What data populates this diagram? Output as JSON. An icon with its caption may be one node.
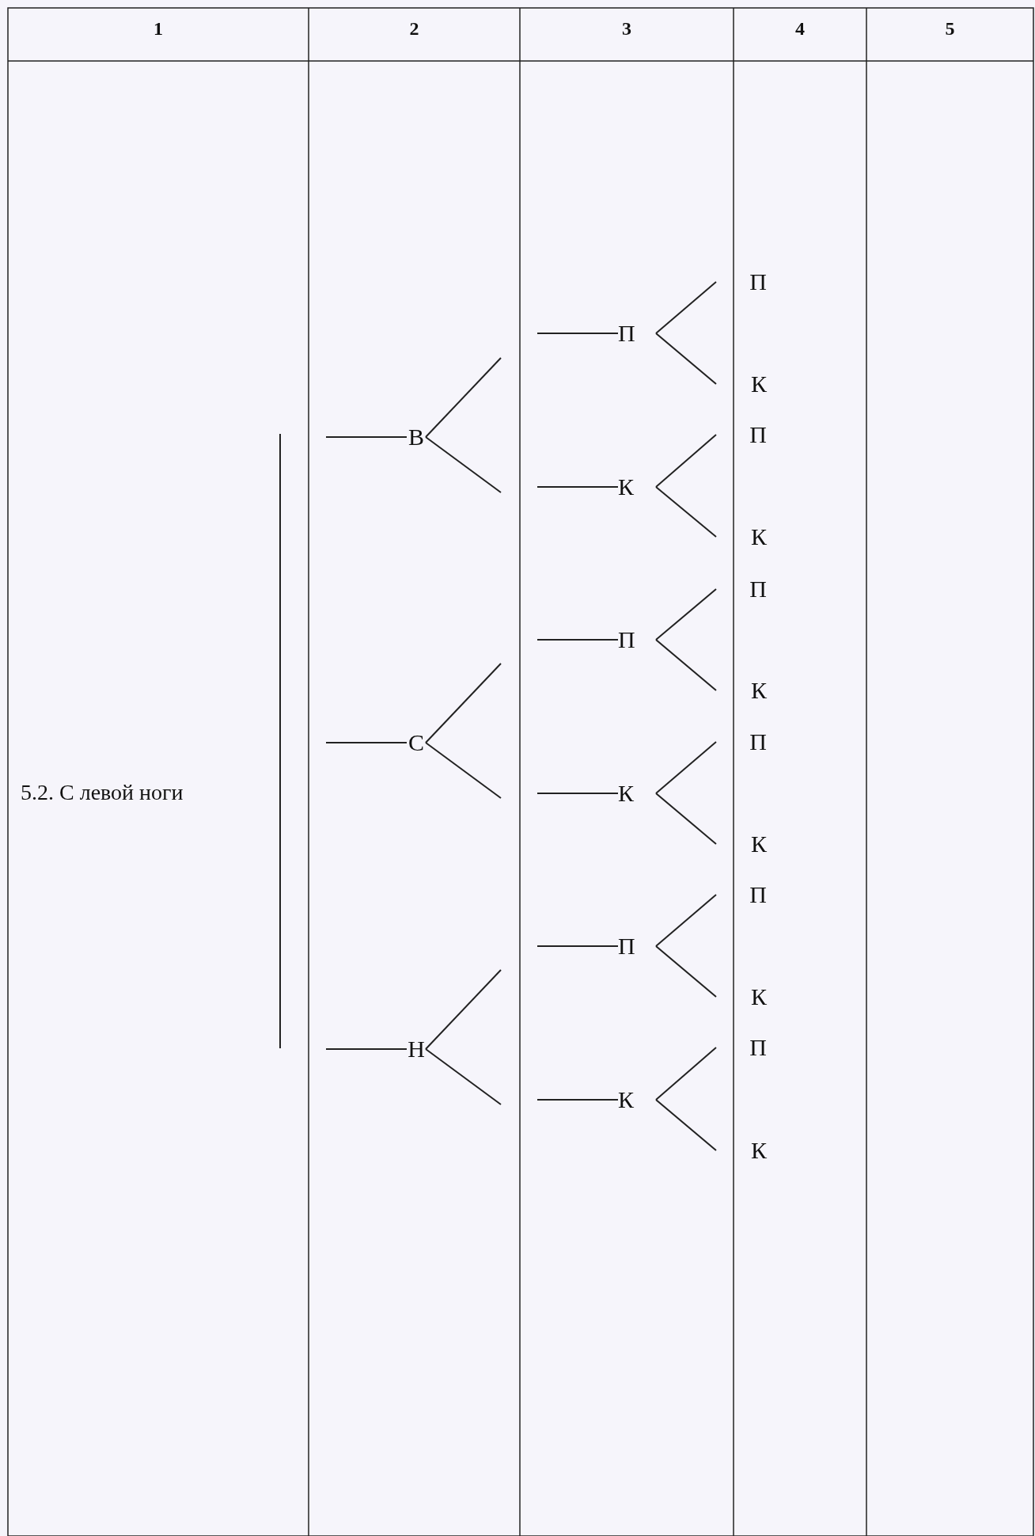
{
  "diagram": {
    "nodes": [
      {
        "text": [
          "В"
        ]
      },
      {
        "text": [
          "С"
        ]
      },
      {
        "text": [
          "Н"
        ]
      },
      {
        "text": [
          "П"
        ]
      },
      {
        "text": [
          "К"
        ]
      },
      {
        "text": [
          "П"
        ]
      },
      {
        "text": [
          "К"
        ]
      },
      {
        "text": [
          "П"
        ]
      },
      {
        "text": [
          "К"
        ]
      },
      {
        "text": [
          "П"
        ]
      },
      {
        "text": [
          "К"
        ]
      },
      {
        "text": [
          "П"
        ]
      },
      {
        "text": [
          "К"
        ]
      },
      {
        "text": [
          "П"
        ]
      },
      {
        "text": [
          "К"
        ]
      },
      {
        "text": [
          "П"
        ]
      },
      {
        "text": [
          "К"
        ]
      },
      {
        "text": [
          "П"
        ]
      },
      {
        "text": [
          "К"
        ]
      },
      {
        "text": [
          "П"
        ]
      },
      {
        "text": [
          "К"
        ]
      }
    ],
    "edges": [
      {
        "from": null,
        "to": 0,
        "arrow": "none"
      },
      {
        "from": null,
        "to": 1,
        "arrow": "none"
      },
      {
        "from": null,
        "to": 2,
        "arrow": "none"
      },
      {
        "from": 0,
        "to": null,
        "arrow": "none"
      },
      {
        "from": 0,
        "to": null,
        "arrow": "none"
      },
      {
        "from": 1,
        "to": null,
        "arrow": "none"
      },
      {
        "from": 1,
        "to": null,
        "arrow": "none"
      },
      {
        "from": 2,
        "to": null,
        "arrow": "none"
      },
      {
        "from": 2,
        "to": null,
        "arrow": "none"
      },
      {
        "from": null,
        "to": 3,
        "arrow": "none"
      },
      {
        "from": null,
        "to": 4,
        "arrow": "none"
      },
      {
        "from": null,
        "to": 5,
        "arrow": "none"
      },
      {
        "from": null,
        "to": 6,
        "arrow": "none"
      },
      {
        "from": null,
        "to": 7,
        "arrow": "none"
      },
      {
        "from": null,
        "to": 8,
        "arrow": "none"
      },
      {
        "from": 3,
        "to": 9,
        "arrow": "none"
      },
      {
        "from": 3,
        "to": 10,
        "arrow": "none"
      },
      {
        "from": 4,
        "to": 11,
        "arrow": "none"
      },
      {
        "from": 4,
        "to": 12,
        "arrow": "none"
      },
      {
        "from": 5,
        "to": 13,
        "arrow": "none"
      },
      {
        "from": 5,
        "to": 14,
        "arrow": "none"
      },
      {
        "from": 6,
        "to": 15,
        "arrow": "none"
      },
      {
        "from": 6,
        "to": 16,
        "arrow": "none"
      },
      {
        "from": 7,
        "to": 17,
        "arrow": "none"
      },
      {
        "from": 7,
        "to": 18,
        "arrow": "none"
      },
      {
        "from": 8,
        "to": 19,
        "arrow": "none"
      },
      {
        "from": 8,
        "to": 20,
        "arrow": "none"
      }
    ],
    "labels": [
      "1",
      "2",
      "3",
      "4",
      "5",
      "5.2. С левой ноги"
    ]
  }
}
